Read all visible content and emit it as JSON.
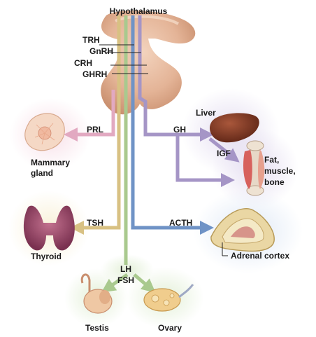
{
  "title": "Hypothalamus",
  "releasing_hormones": [
    "TRH",
    "GnRH",
    "CRH",
    "GHRH"
  ],
  "pituitary_hormones": {
    "prl": "PRL",
    "gh": "GH",
    "tsh": "TSH",
    "acth": "ACTH",
    "lh": "LH",
    "fsh": "FSH",
    "igf": "IGF"
  },
  "targets": {
    "mammary": [
      "Mammary",
      "gland"
    ],
    "liver": "Liver",
    "fat": [
      "Fat,",
      "muscle,",
      "bone"
    ],
    "thyroid": "Thyroid",
    "adrenal": "Adrenal cortex",
    "testis": "Testis",
    "ovary": "Ovary"
  },
  "colors": {
    "trh_tsh": "#d8c183",
    "gnrh_lh_fsh": "#a9c98e",
    "crh_acth": "#6f93c6",
    "ghrh_gh": "#a595c6",
    "prl": "#e2a9c1",
    "pituitary": "#e6ba9d"
  }
}
